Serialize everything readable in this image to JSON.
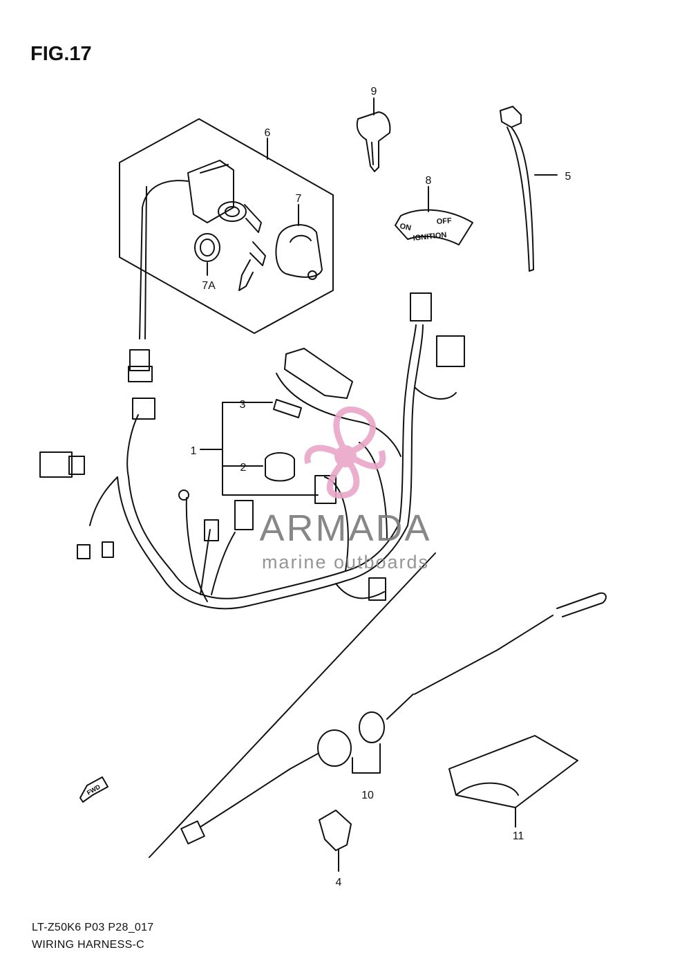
{
  "figure": {
    "title": "FIG.17",
    "model_code": "LT-Z50K6 P03 P28_017",
    "caption": "WIRING HARNESS-C"
  },
  "callouts": [
    {
      "id": "1",
      "label": "1"
    },
    {
      "id": "2",
      "label": "2"
    },
    {
      "id": "3",
      "label": "3"
    },
    {
      "id": "4",
      "label": "4"
    },
    {
      "id": "5",
      "label": "5"
    },
    {
      "id": "6",
      "label": "6"
    },
    {
      "id": "7",
      "label": "7"
    },
    {
      "id": "7A",
      "label": "7A"
    },
    {
      "id": "8",
      "label": "8"
    },
    {
      "id": "9",
      "label": "9"
    },
    {
      "id": "10",
      "label": "10"
    },
    {
      "id": "11",
      "label": "11"
    }
  ],
  "decal": {
    "on": "ON",
    "off": "OFF",
    "ignition": "IGNITION"
  },
  "fwd_arrow": "FWD",
  "watermark": {
    "brand": "ARMADA",
    "tagline": "marine outboards",
    "color_accent": "#e9a6c8",
    "color_text": "#7b7b7b"
  }
}
